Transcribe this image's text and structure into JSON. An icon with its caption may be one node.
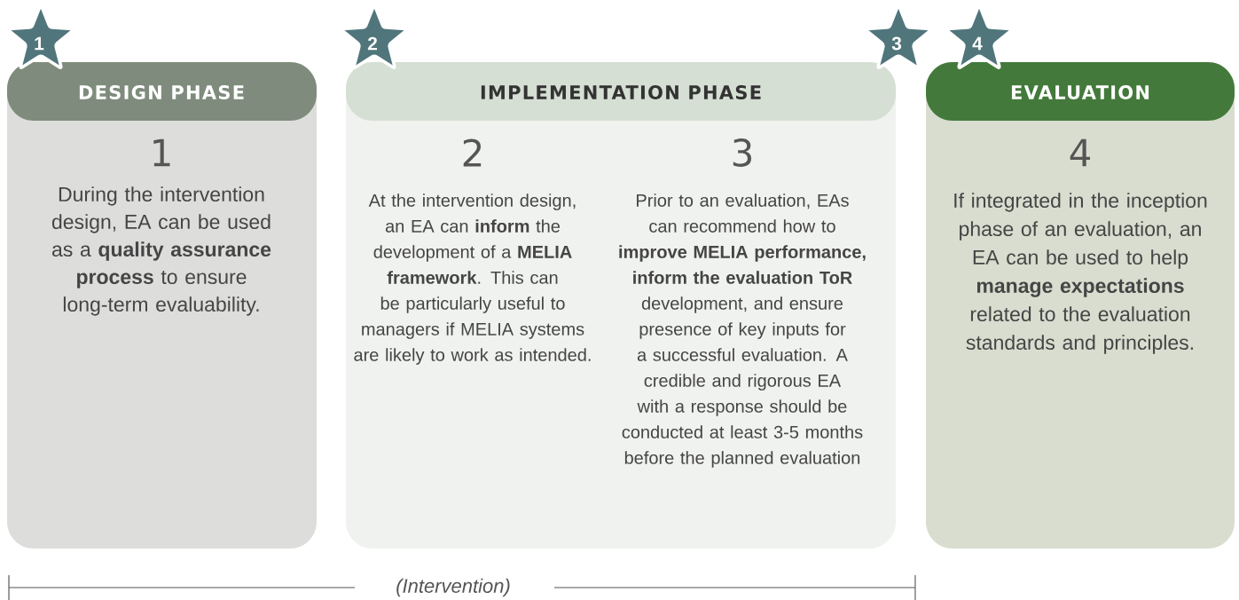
{
  "diagram": {
    "nodes": [
      {
        "text": [
          "1"
        ]
      },
      {
        "text": [
          "DESIGN PHASE",
          "1",
          "During the intervention design, EA can be used as a **quality assurance process** to ensure long-term evaluability."
        ]
      },
      {
        "text": [
          "2"
        ]
      },
      {
        "text": [
          "IMPLEMENTATION PHASE",
          "2",
          "At the intervention design, an EA can **inform** the development of a **MELIA framework**. This can be particularly useful to managers if MELIA systems are likely to work as intended.",
          "3",
          "Prior to an evaluation, EAs can recommend how to **improve MELIA performance, inform the evaluation ToR** development, and ensure presence of key inputs for a successful evaluation. A credible and rigorous EA with a response should be conducted at least 3-5 months before the planned evaluation"
        ]
      },
      {
        "text": [
          "3"
        ]
      },
      {
        "text": [
          "4"
        ]
      },
      {
        "text": [
          "EVALUATION",
          "4",
          "If integrated in the inception phase of an evaluation, an EA can be used to help **manage expectations** related to the evaluation standards and principles."
        ]
      }
    ],
    "labels": [
      "(Intervention)"
    ]
  }
}
